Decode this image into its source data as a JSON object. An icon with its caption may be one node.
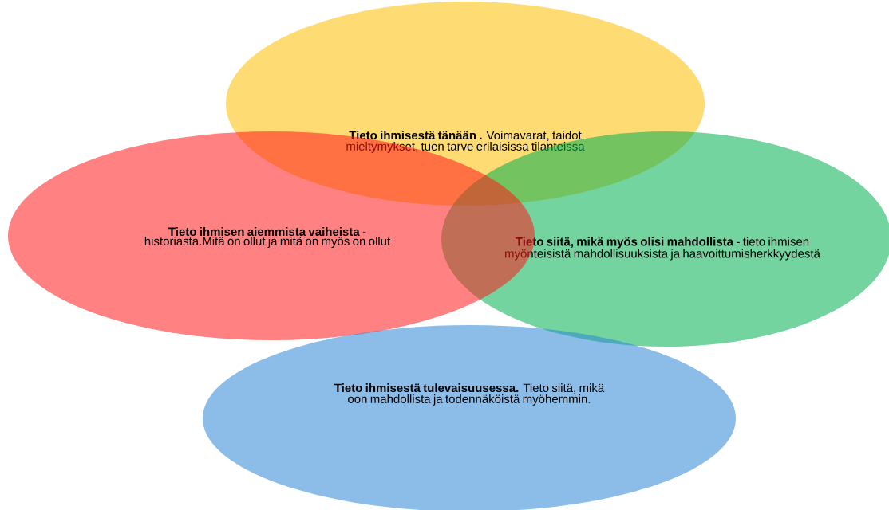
{
  "diagram": {
    "nodes": [
      {
        "text": [
          "**Tieto ihmisestä tänään .** Voimavarat, taidot mieltymykset, tuen tarve erilaisissa tilanteissa"
        ]
      },
      {
        "text": [
          "**Tieto ihmisen aiemmista vaiheista** - historiasta.Mitä on ollut ja mitä on myös on ollut"
        ]
      },
      {
        "text": [
          "**Tieto siitä, mikä myös olisi mahdollista** - tieto ihmisen myönteisistä mahdollisuuksista ja haavoittumisherkkyydestä"
        ]
      },
      {
        "text": [
          "**Tieto ihmisestä tulevaisuusessa.** Tieto siitä, mikä oon mahdollista ja todennäköistä myöhemmin."
        ]
      }
    ]
  }
}
